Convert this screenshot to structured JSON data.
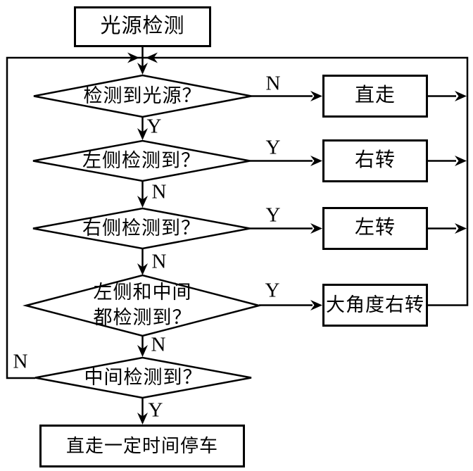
{
  "colors": {
    "line": "#000000",
    "background": "#ffffff",
    "node_fill": "#ffffff"
  },
  "nodes": {
    "start": {
      "label": "光源检测",
      "shape": "rectangle"
    },
    "decision1": {
      "label": "检测到光源？",
      "shape": "diamond"
    },
    "decision2": {
      "label": "左侧检测到？",
      "shape": "diamond"
    },
    "decision3": {
      "label": "右侧检测到？",
      "shape": "diamond"
    },
    "decision4": {
      "line1": "左侧和中间",
      "line2": "都检测到？",
      "shape": "diamond"
    },
    "decision5": {
      "label": "中间检测到？",
      "shape": "diamond"
    },
    "action1": {
      "label": "直走",
      "shape": "rectangle"
    },
    "action2": {
      "label": "右转",
      "shape": "rectangle"
    },
    "action3": {
      "label": "左转",
      "shape": "rectangle"
    },
    "action4": {
      "label": "大角度右转",
      "shape": "rectangle"
    },
    "end": {
      "label": "直走一定时间停车",
      "shape": "rectangle"
    }
  },
  "branch_labels": {
    "d1_no": "N",
    "d1_yes": "Y",
    "d2_yes": "Y",
    "d2_no": "N",
    "d3_yes": "Y",
    "d3_no": "N",
    "d4_yes": "Y",
    "d4_no": "N",
    "d5_no": "N",
    "d5_yes": "Y"
  },
  "edges": [
    {
      "from": "start",
      "to": "decision1",
      "label": ""
    },
    {
      "from": "decision1",
      "to": "action1",
      "label": "N"
    },
    {
      "from": "decision1",
      "to": "decision2",
      "label": "Y"
    },
    {
      "from": "decision2",
      "to": "action2",
      "label": "Y"
    },
    {
      "from": "decision2",
      "to": "decision3",
      "label": "N"
    },
    {
      "from": "decision3",
      "to": "action3",
      "label": "Y"
    },
    {
      "from": "decision3",
      "to": "decision4",
      "label": "N"
    },
    {
      "from": "decision4",
      "to": "action4",
      "label": "Y"
    },
    {
      "from": "decision4",
      "to": "decision5",
      "label": "N"
    },
    {
      "from": "decision5",
      "to": "end",
      "label": "Y"
    },
    {
      "from": "decision5",
      "to": "decision1",
      "label": "N"
    },
    {
      "from": "action1",
      "to": "decision1",
      "label": ""
    },
    {
      "from": "action2",
      "to": "decision1",
      "label": ""
    },
    {
      "from": "action3",
      "to": "decision1",
      "label": ""
    },
    {
      "from": "action4",
      "to": "decision1",
      "label": ""
    }
  ]
}
